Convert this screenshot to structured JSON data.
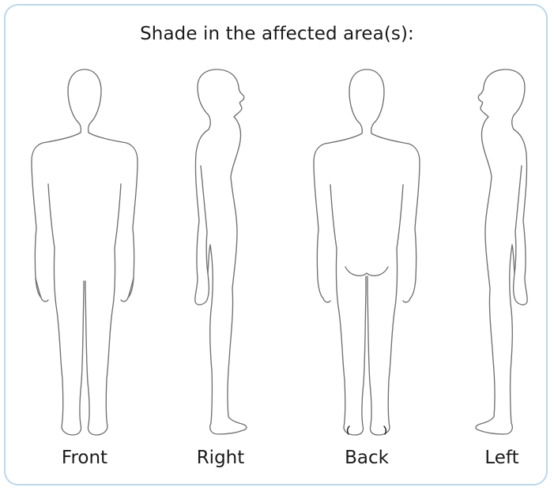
{
  "title": "Shade in the affected area(s):",
  "views": {
    "front": "Front",
    "right": "Right",
    "back": "Back",
    "left": "Left"
  },
  "colors": {
    "frame": "#b9d9ee",
    "outline": "#707070",
    "text": "#1a1a1a"
  }
}
